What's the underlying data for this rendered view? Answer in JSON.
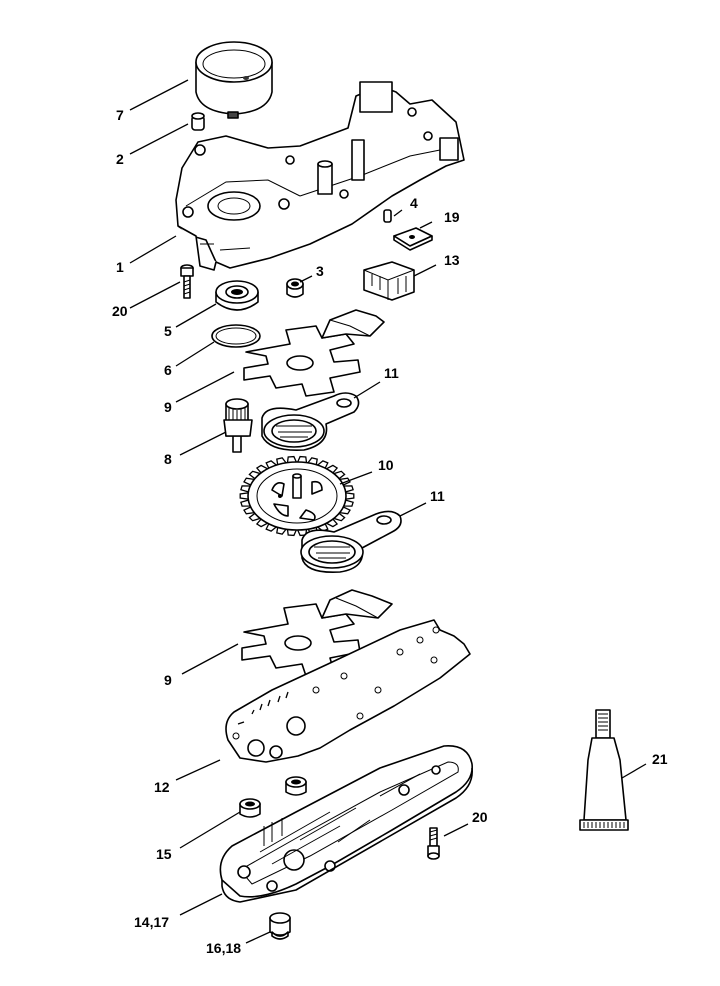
{
  "diagram": {
    "labels": {
      "p1": "1",
      "p2": "2",
      "p3": "3",
      "p4": "4",
      "p5": "5",
      "p6": "6",
      "p7": "7",
      "p8": "8",
      "p9a": "9",
      "p9b": "9",
      "p10": "10",
      "p11a": "11",
      "p11b": "11",
      "p12": "12",
      "p13": "13",
      "p14_17": "14,17",
      "p15": "15",
      "p16_18": "16,18",
      "p19": "19",
      "p20a": "20",
      "p20b": "20",
      "p21": "21"
    }
  }
}
